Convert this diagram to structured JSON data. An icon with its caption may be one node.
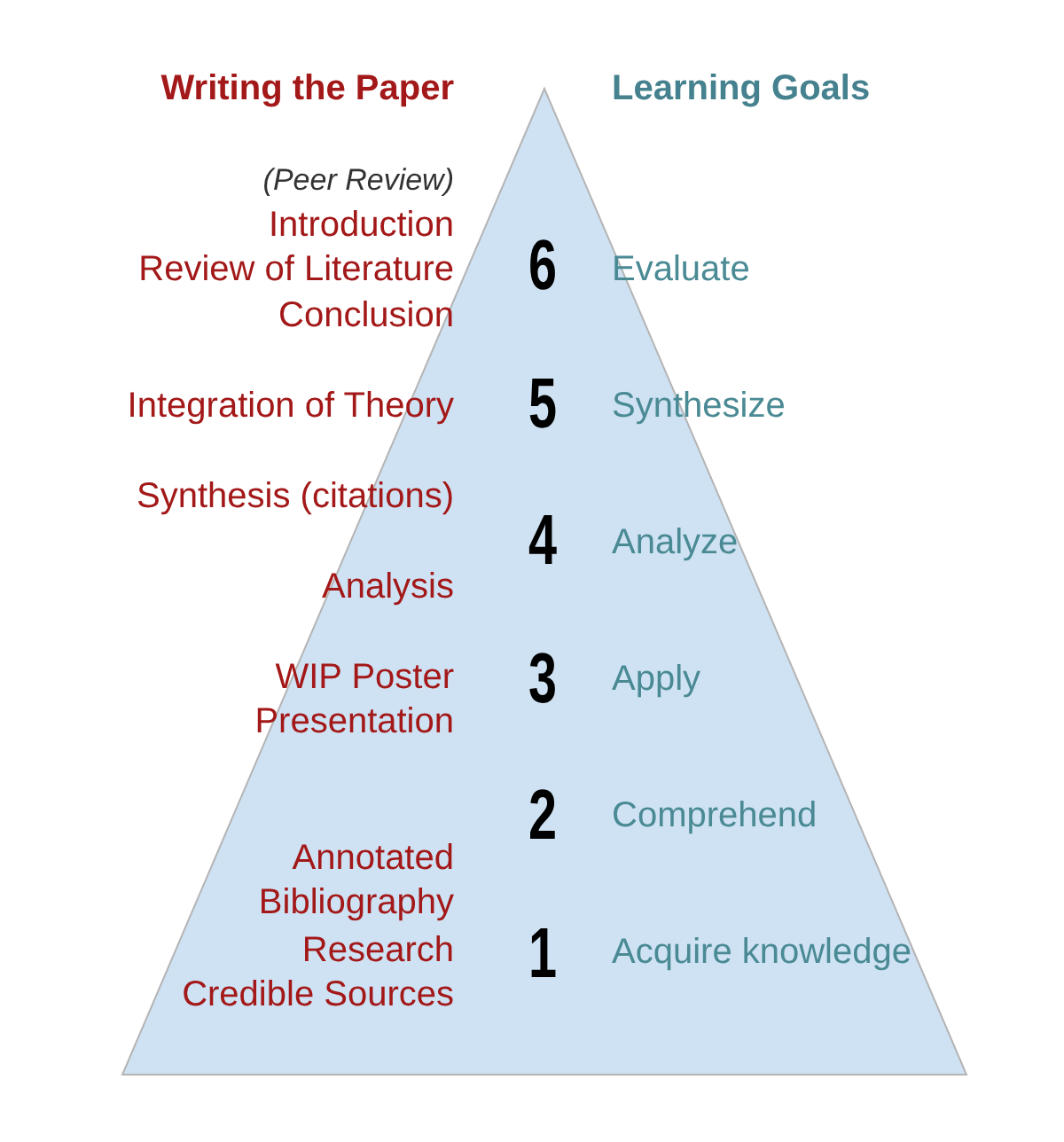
{
  "diagram": {
    "nodes": [
      {
        "text": [
          "6",
          "5",
          "4",
          "3",
          "2",
          "1"
        ]
      }
    ],
    "labels": [
      "Writing the Paper",
      "Learning Goals",
      "(Peer Review)",
      "Introduction",
      "Review of Literature",
      "Evaluate",
      "Conclusion",
      "Integration of Theory",
      "Synthesize",
      "Synthesis (citations)",
      "Analyze",
      "Analysis",
      "WIP Poster Presentation",
      "Apply",
      "Comprehend",
      "Annotated Bibliography",
      "Research",
      "Acquire knowledge",
      "Credible Sources"
    ]
  }
}
